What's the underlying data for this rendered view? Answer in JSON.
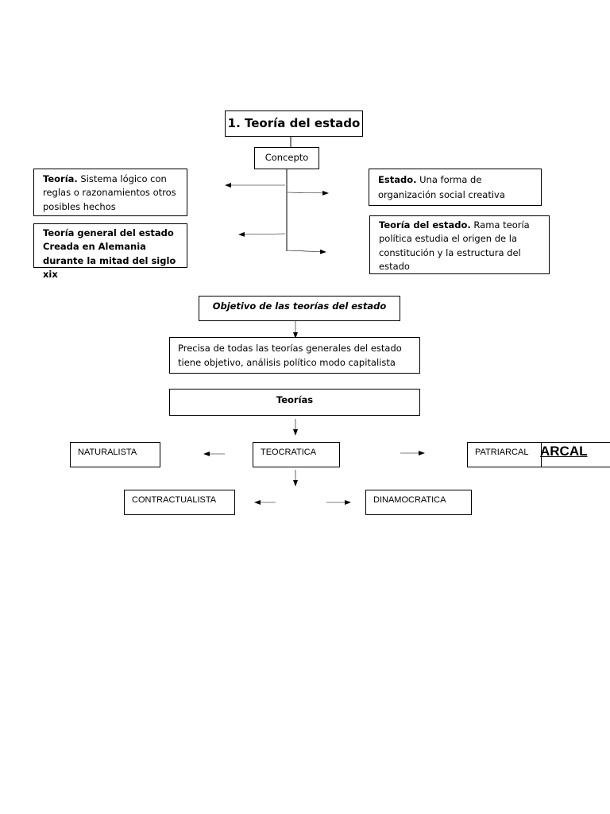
{
  "title": "1. Teoría del estado",
  "concepto": "Concepto",
  "teoria_def": {
    "term": "Teoría.",
    "text": " Sistema lógico con reglas o razonamientos  otros posibles hechos"
  },
  "teoria_general": "Teoría general del estado Creada  en Alemania durante la mitad del siglo xix",
  "estado_def": {
    "term": "Estado.",
    "text": " Una forma de organización social creativa"
  },
  "teoria_estado_def": {
    "term": "Teoría del estado.",
    "text": " Rama teoría política estudia el origen de la constitución  y la estructura del estado"
  },
  "objetivo": "Objetivo de las teorías  del estado",
  "precisa": "Precisa de todas las teorías generales del estado tiene objetivo, análisis  político modo capitalista",
  "teorias": "Teorías",
  "types": {
    "naturalista": "NATURALISTA",
    "teocratica": "TEOCRATICA",
    "patriarcal": "PATRIARCAL",
    "patriarcal_overflow": "ARCAL",
    "contractualista": "CONTRACTUALISTA",
    "dinamocratica": "DINAMOCRATICA"
  }
}
